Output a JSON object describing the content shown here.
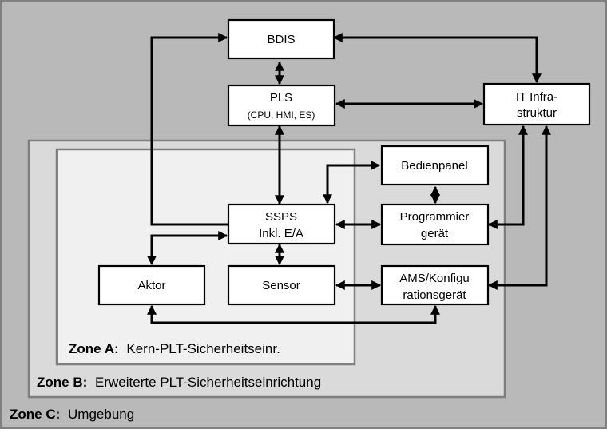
{
  "zones": {
    "c": {
      "prefix": "Zone C:",
      "name": "Umgebung"
    },
    "b": {
      "prefix": "Zone B:",
      "name": "Erweiterte PLT-Sicherheitseinrichtung"
    },
    "a": {
      "prefix": "Zone A:",
      "name": "Kern-PLT-Sicherheitseinr."
    }
  },
  "boxes": {
    "bdis": {
      "line1": "BDIS"
    },
    "pls": {
      "line1": "PLS",
      "line2": "(CPU, HMI, ES)"
    },
    "it": {
      "line1": "IT Infra-",
      "line2": "struktur"
    },
    "bedienpanel": {
      "line1": "Bedienpanel"
    },
    "ssps": {
      "line1": "SSPS",
      "line2": "Inkl. E/A"
    },
    "programmier": {
      "line1": "Programmier",
      "line2": "gerät"
    },
    "aktor": {
      "line1": "Aktor"
    },
    "sensor": {
      "line1": "Sensor"
    },
    "ams": {
      "line1": "AMS/Konfigu",
      "line2": "rationsgerät"
    }
  },
  "colors": {
    "zone_c_fill": "#b9b9b9",
    "zone_b_fill": "#dadada",
    "zone_a_fill": "#f0f0f0",
    "border": "#7f7f7f",
    "line": "#000000"
  }
}
